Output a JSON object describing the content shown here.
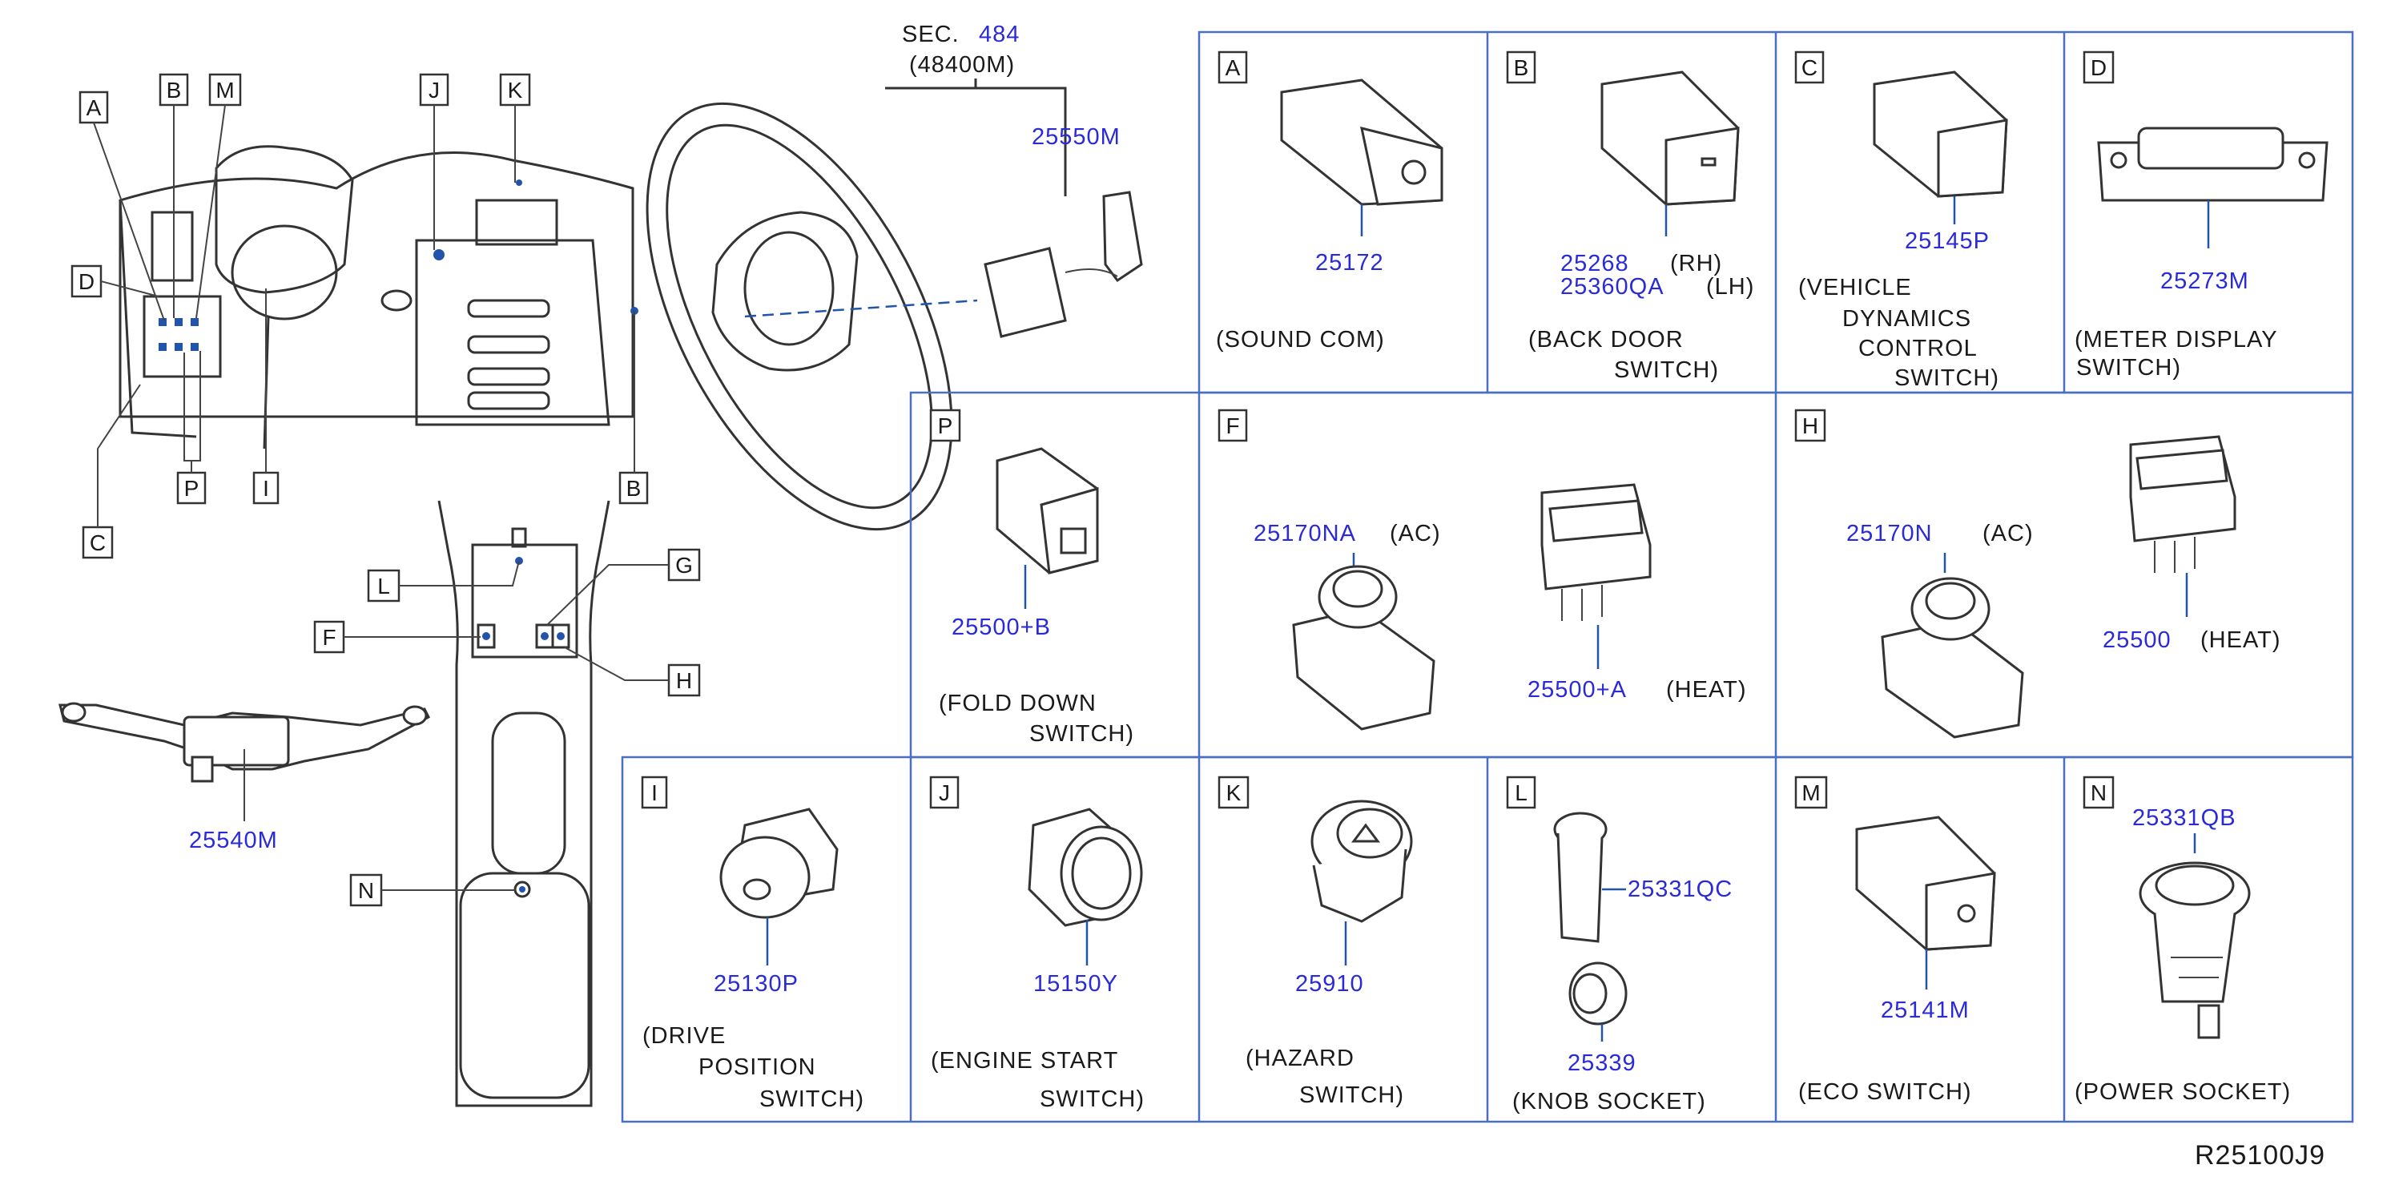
{
  "diagram_ref": "R25100J9",
  "section": {
    "prefix": "SEC.",
    "number": "484",
    "part": "(48400M)"
  },
  "overview_callouts": [
    "A",
    "B",
    "M",
    "J",
    "K",
    "D",
    "P",
    "I",
    "B",
    "C",
    "L",
    "G",
    "F",
    "H",
    "N"
  ],
  "overview_parts": {
    "steering_switch": "25550M",
    "combination_switch": "25540M"
  },
  "cells": {
    "A": {
      "letter": "A",
      "part": "25172",
      "desc": [
        "(SOUND   COM)"
      ]
    },
    "B": {
      "letter": "B",
      "part": "25268",
      "part_suffix": "(RH)",
      "part2": "25360QA",
      "part2_suffix": "(LH)",
      "desc": [
        "(BACK   DOOR",
        "SWITCH)"
      ]
    },
    "C": {
      "letter": "C",
      "part": "25145P",
      "desc": [
        "(VEHICLE",
        "DYNAMICS",
        "CONTROL",
        "SWITCH)"
      ]
    },
    "D": {
      "letter": "D",
      "part": "25273M",
      "desc": [
        "(METER   DISPLAY",
        "SWITCH)"
      ]
    },
    "P": {
      "letter": "P",
      "part": "25500+B",
      "desc": [
        "(FOLD   DOWN",
        "SWITCH)"
      ]
    },
    "F": {
      "letter": "F",
      "part": "25170NA",
      "part_suffix": "(AC)",
      "part2": "25500+A",
      "part2_suffix": "(HEAT)"
    },
    "H": {
      "letter": "H",
      "part": "25170N",
      "part_suffix": "(AC)",
      "part2": "25500",
      "part2_suffix": "(HEAT)"
    },
    "I": {
      "letter": "I",
      "part": "25130P",
      "desc": [
        "(DRIVE",
        "POSITION",
        "SWITCH)"
      ]
    },
    "J": {
      "letter": "J",
      "part": "15150Y",
      "desc": [
        "(ENGINE   START",
        "SWITCH)"
      ]
    },
    "K": {
      "letter": "K",
      "part": "25910",
      "desc": [
        "(HAZARD",
        "SWITCH)"
      ]
    },
    "L": {
      "letter": "L",
      "part": "25331QC",
      "part2": "25339",
      "desc": [
        "(KNOB   SOCKET)"
      ]
    },
    "M": {
      "letter": "M",
      "part": "25141M",
      "desc": [
        "(ECO   SWITCH)"
      ]
    },
    "N": {
      "letter": "N",
      "part": "25331QB",
      "desc": [
        "(POWER   SOCKET)"
      ]
    }
  }
}
